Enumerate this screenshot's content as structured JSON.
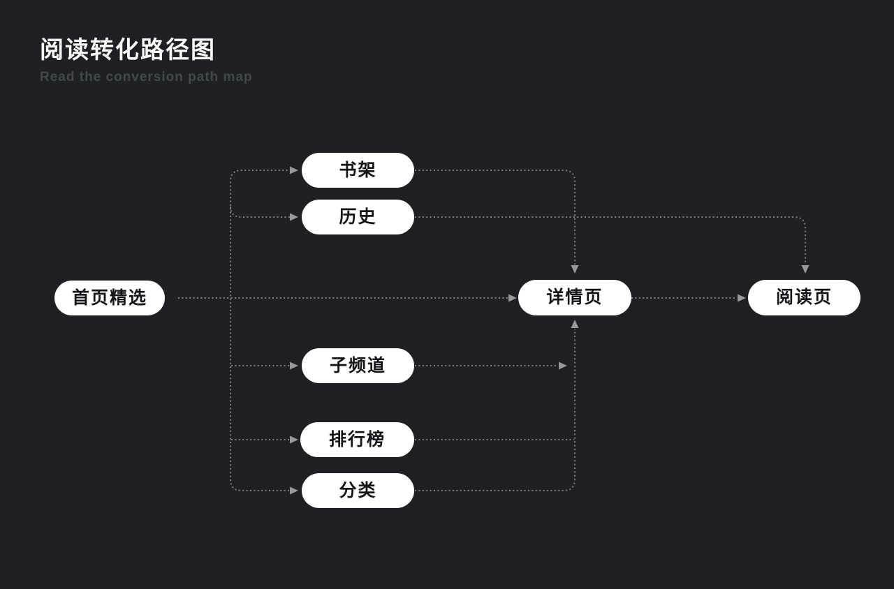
{
  "header": {
    "title": "阅读转化路径图",
    "subtitle": "Read the conversion path map"
  },
  "colors": {
    "background": "#1e2024",
    "node_background": "#ffffff",
    "node_text": "#141518",
    "connector_line": "#7e8185",
    "arrowhead": "#97999c",
    "title_text": "#fafafa",
    "subtitle_text": "#44474b"
  },
  "diagram": {
    "nodes": {
      "home": {
        "label": "首页精选"
      },
      "shelf": {
        "label": "书架"
      },
      "history": {
        "label": "历史"
      },
      "subchannel": {
        "label": "子频道"
      },
      "ranking": {
        "label": "排行榜"
      },
      "category": {
        "label": "分类"
      },
      "detail": {
        "label": "详情页"
      },
      "read": {
        "label": "阅读页"
      }
    },
    "edges": [
      {
        "from": "home",
        "to": "shelf"
      },
      {
        "from": "home",
        "to": "history"
      },
      {
        "from": "home",
        "to": "detail"
      },
      {
        "from": "home",
        "to": "subchannel"
      },
      {
        "from": "home",
        "to": "ranking"
      },
      {
        "from": "home",
        "to": "category"
      },
      {
        "from": "shelf",
        "to": "detail"
      },
      {
        "from": "history",
        "to": "read"
      },
      {
        "from": "subchannel",
        "to": "detail"
      },
      {
        "from": "ranking",
        "to": "detail"
      },
      {
        "from": "category",
        "to": "detail"
      },
      {
        "from": "detail",
        "to": "read"
      }
    ],
    "line_style": "dotted"
  }
}
